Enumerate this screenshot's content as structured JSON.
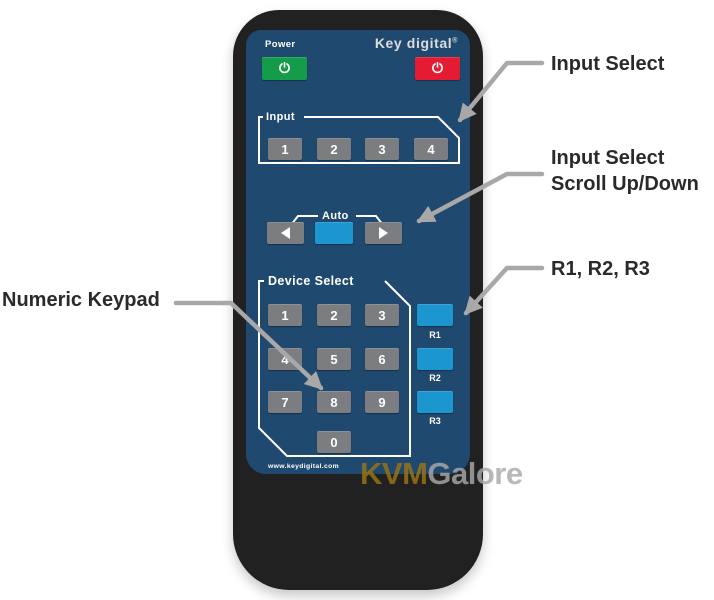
{
  "remote": {
    "brand": "Key digital",
    "brand_reg": "®",
    "power_label": "Power",
    "website": "www.keydigital.com",
    "input_section": {
      "label": "Input",
      "buttons": [
        "1",
        "2",
        "3",
        "4"
      ]
    },
    "auto_section": {
      "label": "Auto"
    },
    "device_section": {
      "label": "Device Select",
      "keys": [
        "1",
        "2",
        "3",
        "4",
        "5",
        "6",
        "7",
        "8",
        "9",
        "0"
      ],
      "r_labels": [
        "R1",
        "R2",
        "R3"
      ]
    }
  },
  "callouts": {
    "input_select": "Input Select",
    "scroll_line1": "Input Select",
    "scroll_line2": "Scroll Up/Down",
    "r_buttons": "R1, R2, R3",
    "numeric_keypad": "Numeric Keypad"
  },
  "watermark": {
    "part1": "KVM",
    "part2": "Galore"
  },
  "icons": {
    "power_on": "power-icon",
    "power_off": "power-icon",
    "scroll_left": "triangle-left-icon",
    "scroll_right": "triangle-right-icon",
    "callout_pointer": "arrow-icon"
  },
  "colors": {
    "face_blue": "#20496f",
    "body_black": "#212121",
    "button_gray": "#7c7d81",
    "button_blue": "#1b96ce",
    "power_green": "#149c4a",
    "power_red": "#e51b33",
    "outline_white": "#ffffff",
    "callout_line_gray": "#a8a8a8",
    "watermark_gold": "#9c7415",
    "watermark_gray": "#a9a9a9"
  }
}
